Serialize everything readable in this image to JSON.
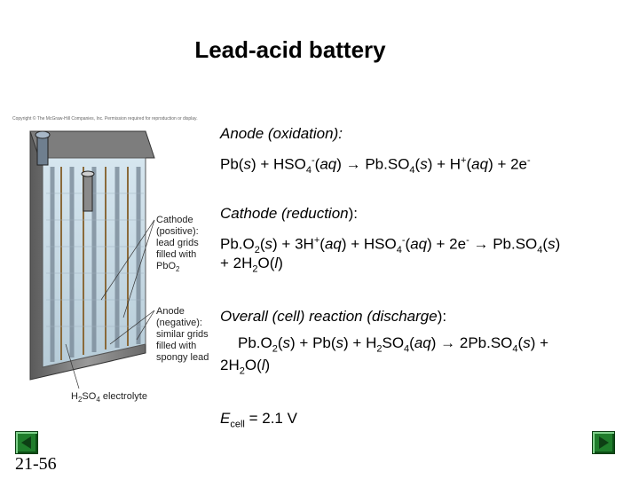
{
  "slide": {
    "title": "Lead-acid battery",
    "copyright": "Copyright © The McGraw-Hill Companies, Inc. Permission required for reproduction or display.",
    "slide_number": "21-56"
  },
  "figure": {
    "cathode_callout": [
      "Cathode",
      "(positive):",
      "lead grids",
      "filled with"
    ],
    "cathode_formula": {
      "main": "PbO",
      "sub": "2"
    },
    "anode_callout": [
      "Anode",
      "(negative):",
      "similar grids",
      "filled with",
      "spongy lead"
    ],
    "electrolyte": {
      "a": "H",
      "sub1": "2",
      "b": "SO",
      "sub2": "4",
      "c": " electrolyte"
    }
  },
  "text": {
    "anode_heading": "Anode (oxidation):",
    "cathode_heading_1": "Cathode (",
    "cathode_heading_2": "reduction",
    "cathode_heading_3": "):",
    "overall_heading_1": "Overall (cell) reaction (",
    "overall_heading_2": "discharge",
    "overall_heading_3": "):",
    "ecell_value": " = 2.1 V"
  },
  "colors": {
    "nav_button": "#1f7d2b"
  },
  "nav": {
    "prev_icon": "triangle-left-icon",
    "next_icon": "triangle-right-icon"
  }
}
